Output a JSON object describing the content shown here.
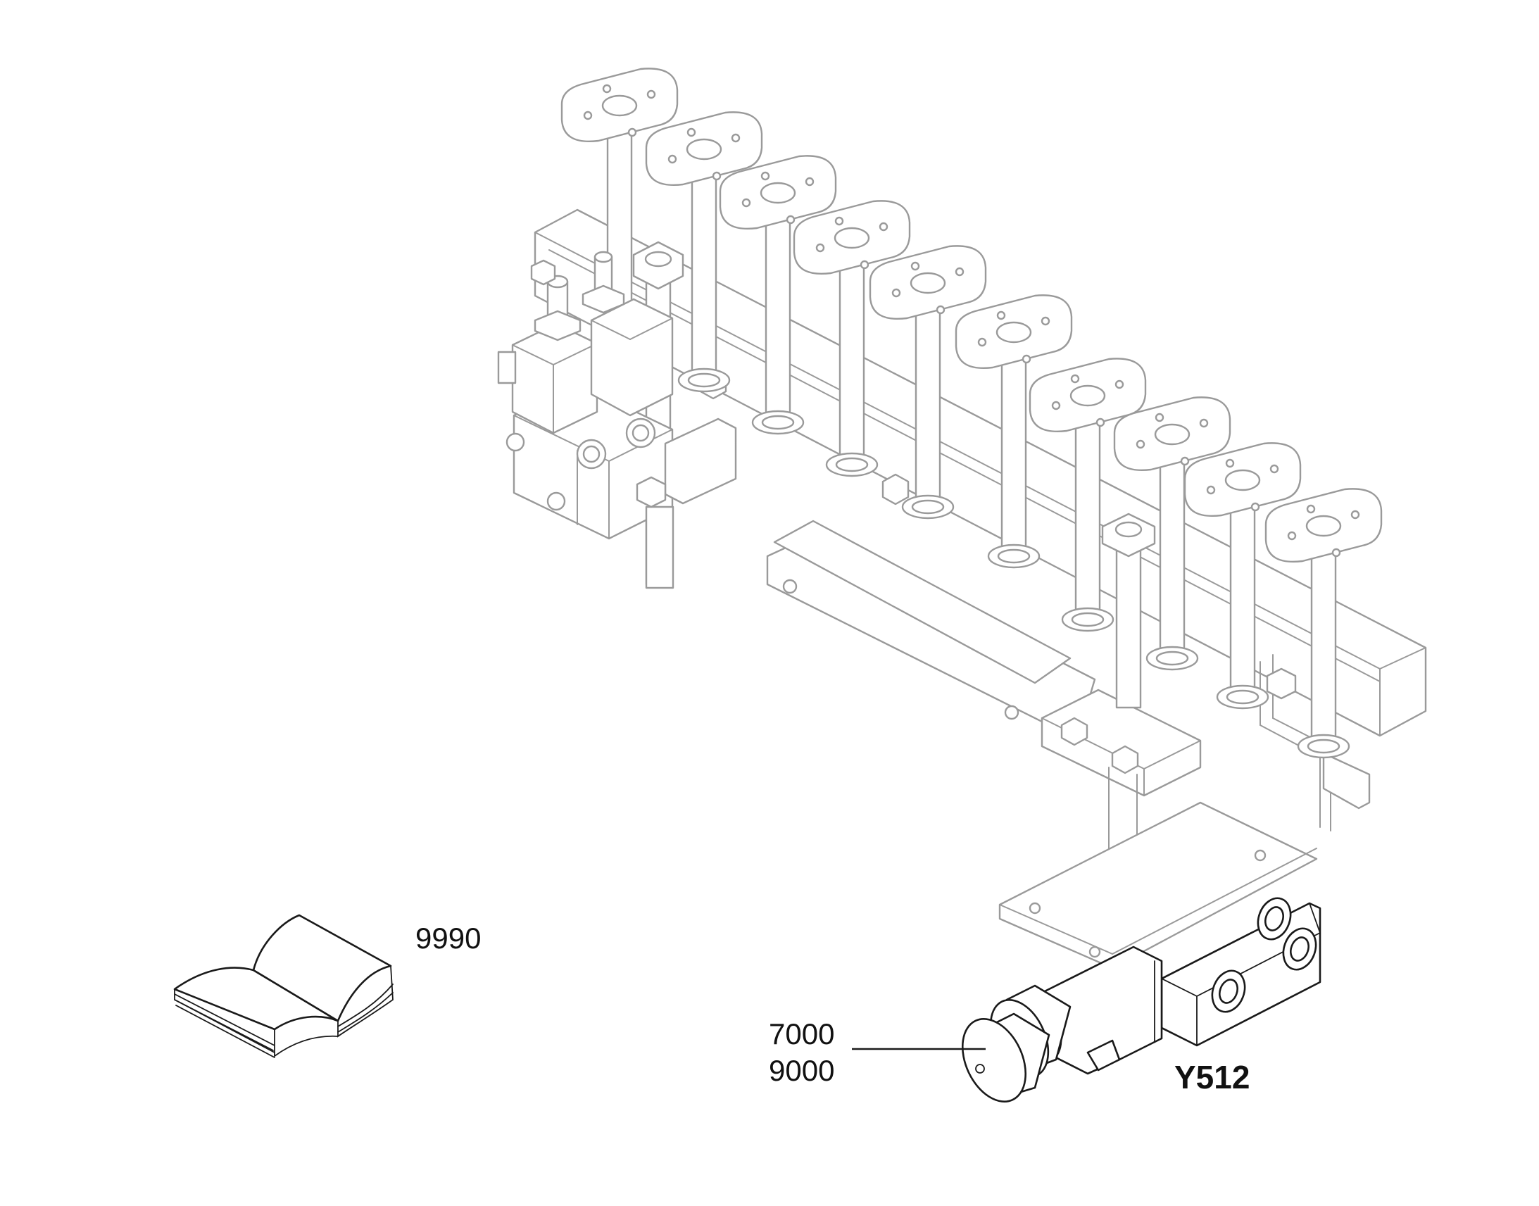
{
  "diagram": {
    "callouts": {
      "manual": "9990",
      "part_a": "7000",
      "part_b": "9000",
      "component": "Y512"
    },
    "icons": {
      "manual": "open-book-icon",
      "valve": "solenoid-valve-icon",
      "manifold": "hydraulic-manifold-icon"
    },
    "colors": {
      "highlight_stroke": "#1a1a1a",
      "context_stroke": "#9a9a9a",
      "background": "#ffffff"
    }
  }
}
